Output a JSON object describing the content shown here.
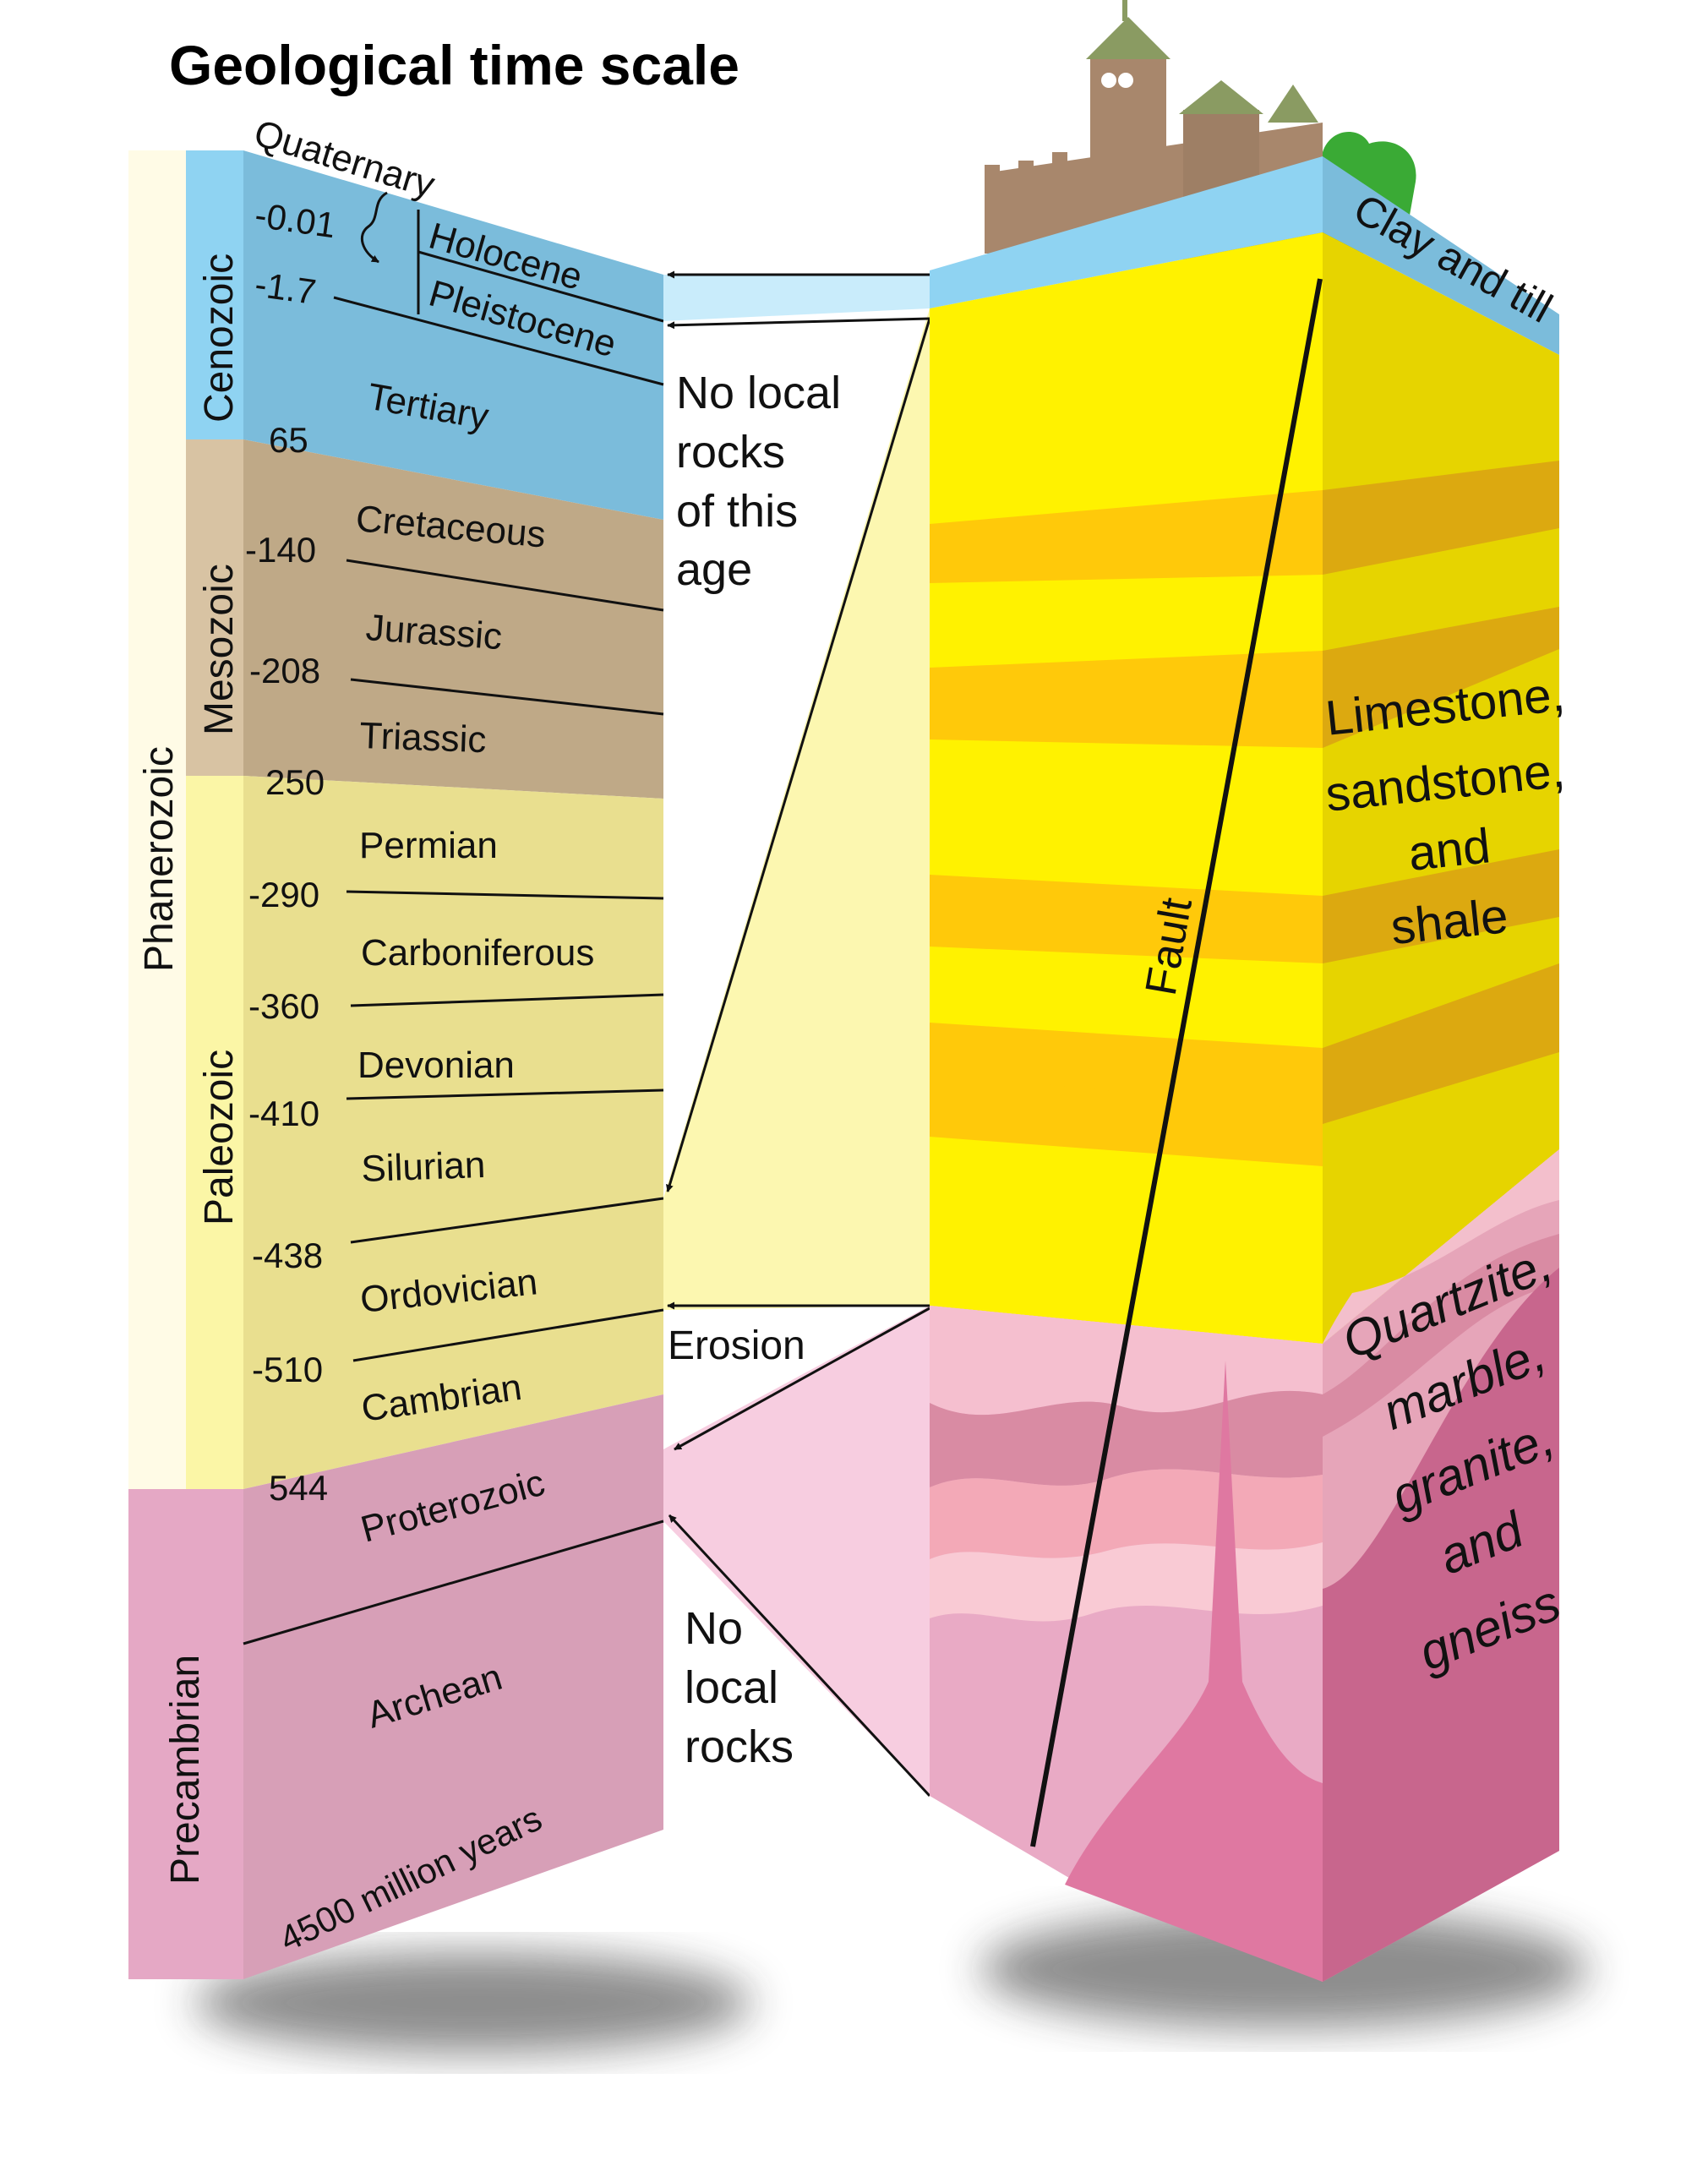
{
  "title": "Geological time scale",
  "eons": {
    "phanerozoic": "Phanerozoic",
    "precambrian": "Precambrian"
  },
  "eras": {
    "cenozoic": "Cenozoic",
    "mesozoic": "Mesozoic",
    "paleozoic": "Paleozoic"
  },
  "periods": {
    "quaternary": "Quaternary",
    "holocene": "Holocene",
    "pleistocene": "Pleistocene",
    "tertiary": "Tertiary",
    "cretaceous": "Cretaceous",
    "jurassic": "Jurassic",
    "triassic": "Triassic",
    "permian": "Permian",
    "carboniferous": "Carboniferous",
    "devonian": "Devonian",
    "silurian": "Silurian",
    "ordovician": "Ordovician",
    "cambrian": "Cambrian",
    "proterozoic": "Proterozoic",
    "archean": "Archean"
  },
  "ages": {
    "a001": "-0.01",
    "a17": "-1.7",
    "a65": "65",
    "a140": "-140",
    "a208": "-208",
    "a250": "250",
    "a290": "-290",
    "a360": "-360",
    "a410": "-410",
    "a438": "-438",
    "a510": "-510",
    "a544": "544",
    "a4500": "4500 million years"
  },
  "notes": {
    "no_local_1": "No local",
    "no_local_2": "rocks",
    "no_local_3": "of this",
    "no_local_4": "age",
    "erosion": "Erosion",
    "no_rocks_1": "No",
    "no_rocks_2": "local",
    "no_rocks_3": "rocks"
  },
  "block": {
    "clay": "Clay and till",
    "lime_1": "Limestone,",
    "lime_2": "sandstone,",
    "lime_3": "and",
    "lime_4": "shale",
    "quartz_1": "Quartzite,",
    "quartz_2": "marble,",
    "quartz_3": "granite,",
    "quartz_4": "and",
    "quartz_5": "gneiss",
    "fault": "Fault"
  },
  "colors": {
    "cenozoic": "#7bbcdb",
    "cenozoic_light": "#8fd3f2",
    "mesozoic": "#bfa987",
    "mesozoic_light": "#d8c3a3",
    "paleozoic": "#e9df8f",
    "paleozoic_light": "#fbf6a6",
    "precambrian": "#d79fb7",
    "precambrian_light": "#e5a8c5",
    "phanerozoic_light": "#fffbe6",
    "yellow": "#fff200",
    "yellow_side": "#e6d400",
    "orange_band": "#ffc90a",
    "pink_light": "#f3bfcc",
    "pink": "#e6a5b9",
    "pink_dark": "#d98ba3",
    "magenta": "#c8668d",
    "castle": "#a8876c",
    "castle_roof": "#8a9b62",
    "grass": "#3aaa35"
  }
}
